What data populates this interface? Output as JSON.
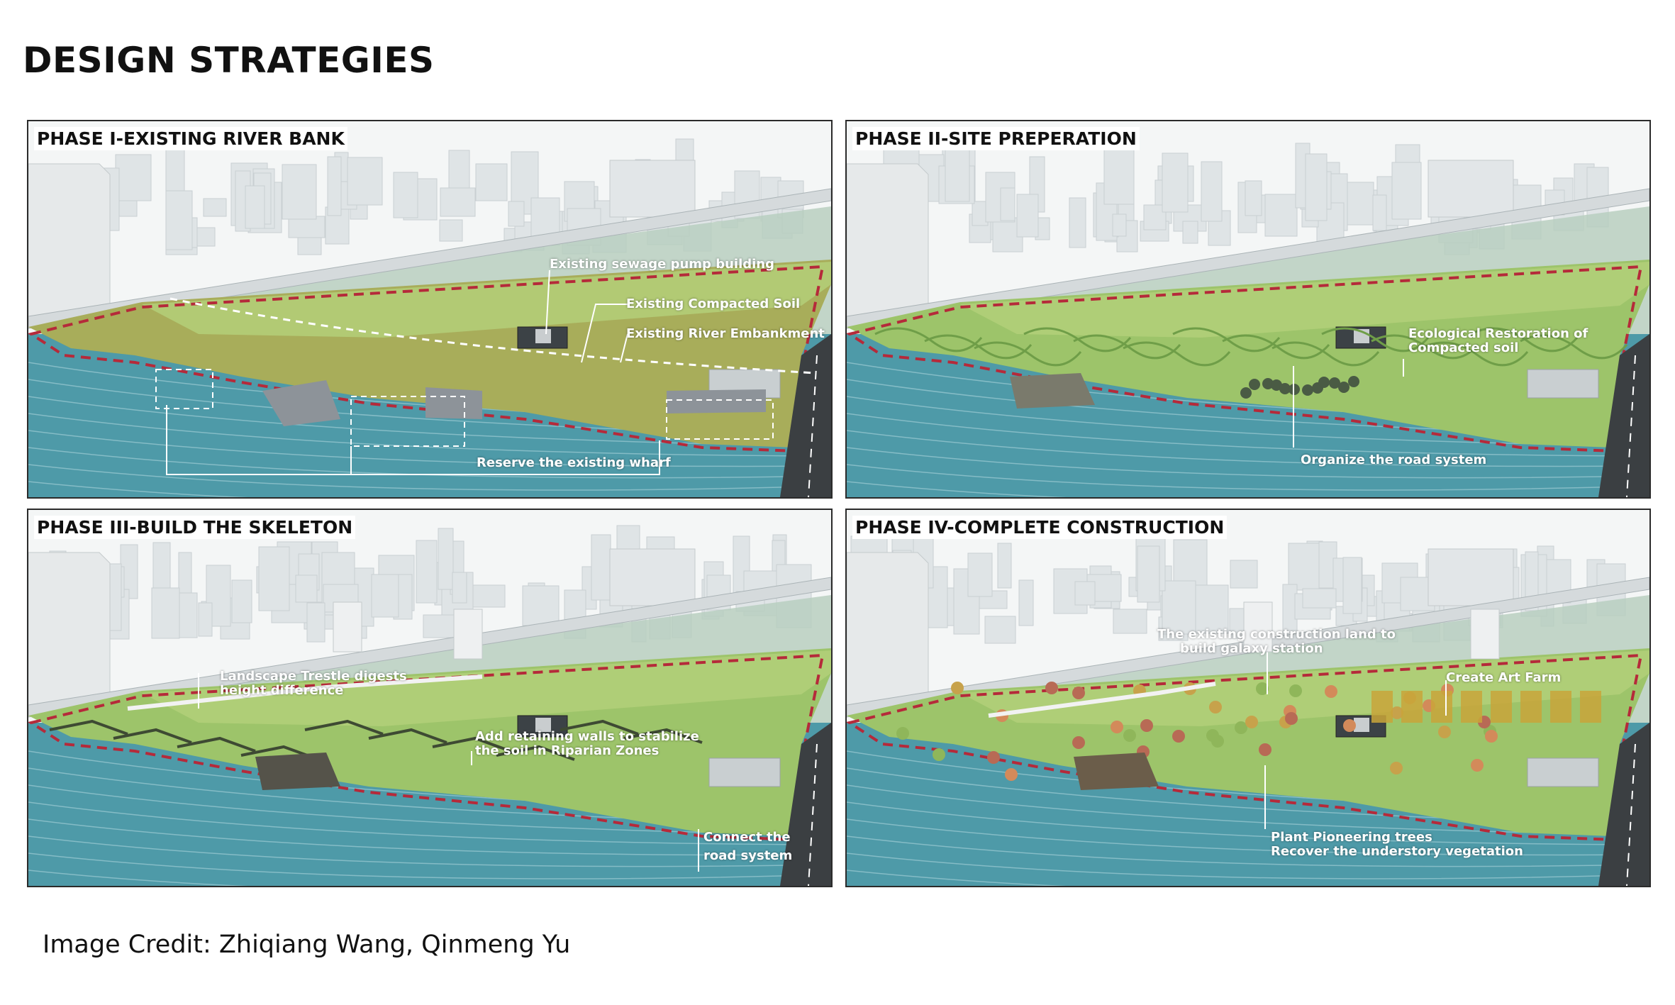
{
  "title": "DESIGN STRATEGIES",
  "colors": {
    "water": "#4e9aa8",
    "land_green": "#9dc46a",
    "land_olive": "#a8ad5a",
    "boundary": "#b52a3a",
    "city": "#dfe4e6",
    "haze": "#b9cfbf"
  },
  "panels": [
    {
      "title": "PHASE I-EXISTING RIVER BANK",
      "labels": [
        "Existing sewage pump building",
        "Existing Compacted Soil",
        "Existing River Embankment",
        "Reserve the existing wharf"
      ]
    },
    {
      "title": "PHASE II-SITE PREPERATION",
      "labels": [
        "Ecological Restoration of",
        "Compacted soil",
        "Organize the road system"
      ]
    },
    {
      "title": "PHASE III-BUILD THE SKELETON",
      "labels": [
        "Landscape Trestle digests",
        "height difference",
        "Add retaining walls to stabilize",
        "the soil in Riparian Zones",
        "Connect the",
        "road system"
      ]
    },
    {
      "title": "PHASE IV-COMPLETE CONSTRUCTION",
      "labels": [
        "The existing construction land to",
        "build galaxy station",
        "Create Art Farm",
        "Plant Pioneering trees",
        "Recover the understory vegetation"
      ]
    }
  ],
  "credit": "Image Credit: Zhiqiang Wang, Qinmeng Yu"
}
